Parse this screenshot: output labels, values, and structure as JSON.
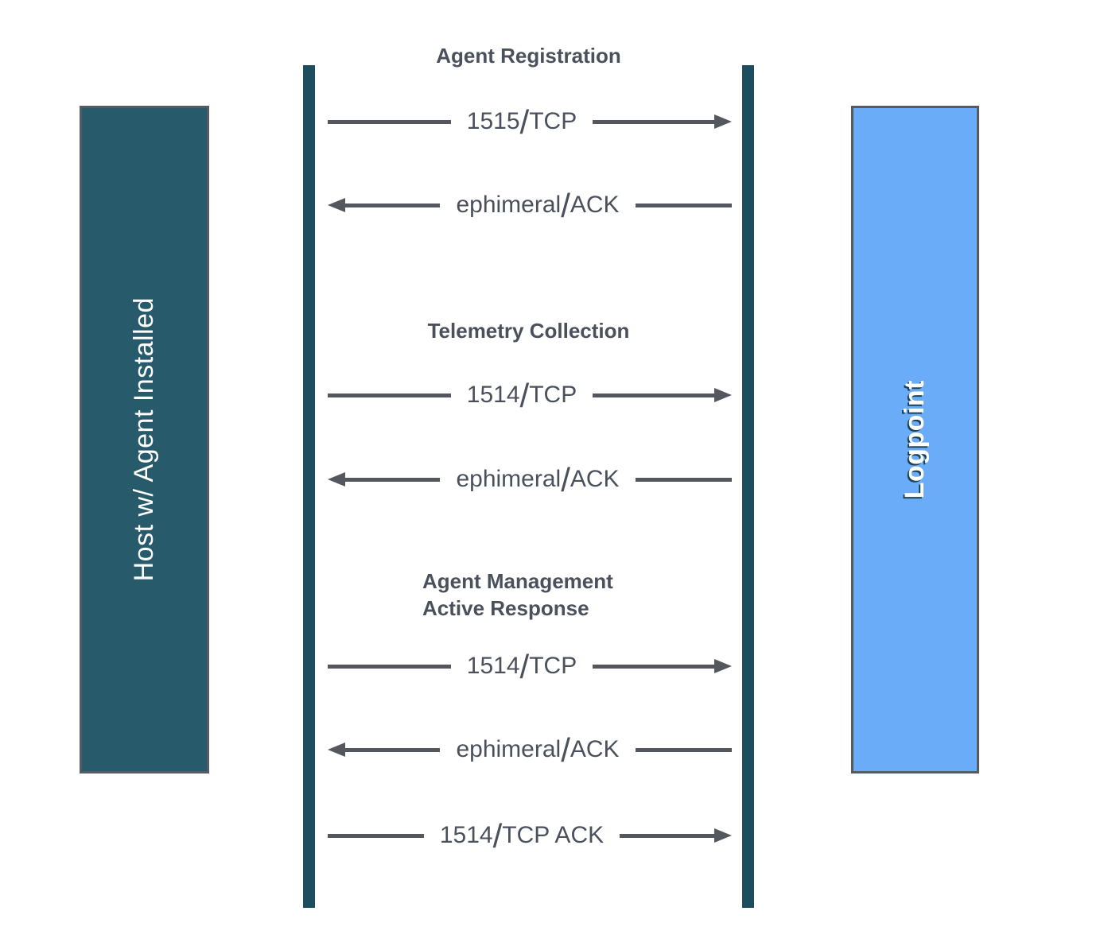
{
  "colors": {
    "host_fill": "#275A6B",
    "logpoint_fill": "#6BACF8",
    "lifeline": "#1D4E60",
    "arrow": "#54575E",
    "text": "#4A515C",
    "actor_border": "#555B61",
    "logpoint_shadow": "#1B4152"
  },
  "actors": {
    "host": {
      "label": "Host w/ Agent Installed"
    },
    "logpoint": {
      "label": "Logpoint"
    }
  },
  "sections": [
    {
      "title": "Agent Registration"
    },
    {
      "title": "Telemetry Collection"
    },
    {
      "title": "Agent Management\nActive Response"
    }
  ],
  "messages": [
    {
      "label": "1515/TCP",
      "direction": "right"
    },
    {
      "label": "ephimeral/ACK",
      "direction": "left"
    },
    {
      "label": "1514/TCP",
      "direction": "right"
    },
    {
      "label": "ephimeral/ACK",
      "direction": "left"
    },
    {
      "label": "1514/TCP",
      "direction": "right"
    },
    {
      "label": "ephimeral/ACK",
      "direction": "left"
    },
    {
      "label": "1514/TCP ACK",
      "direction": "right"
    }
  ]
}
